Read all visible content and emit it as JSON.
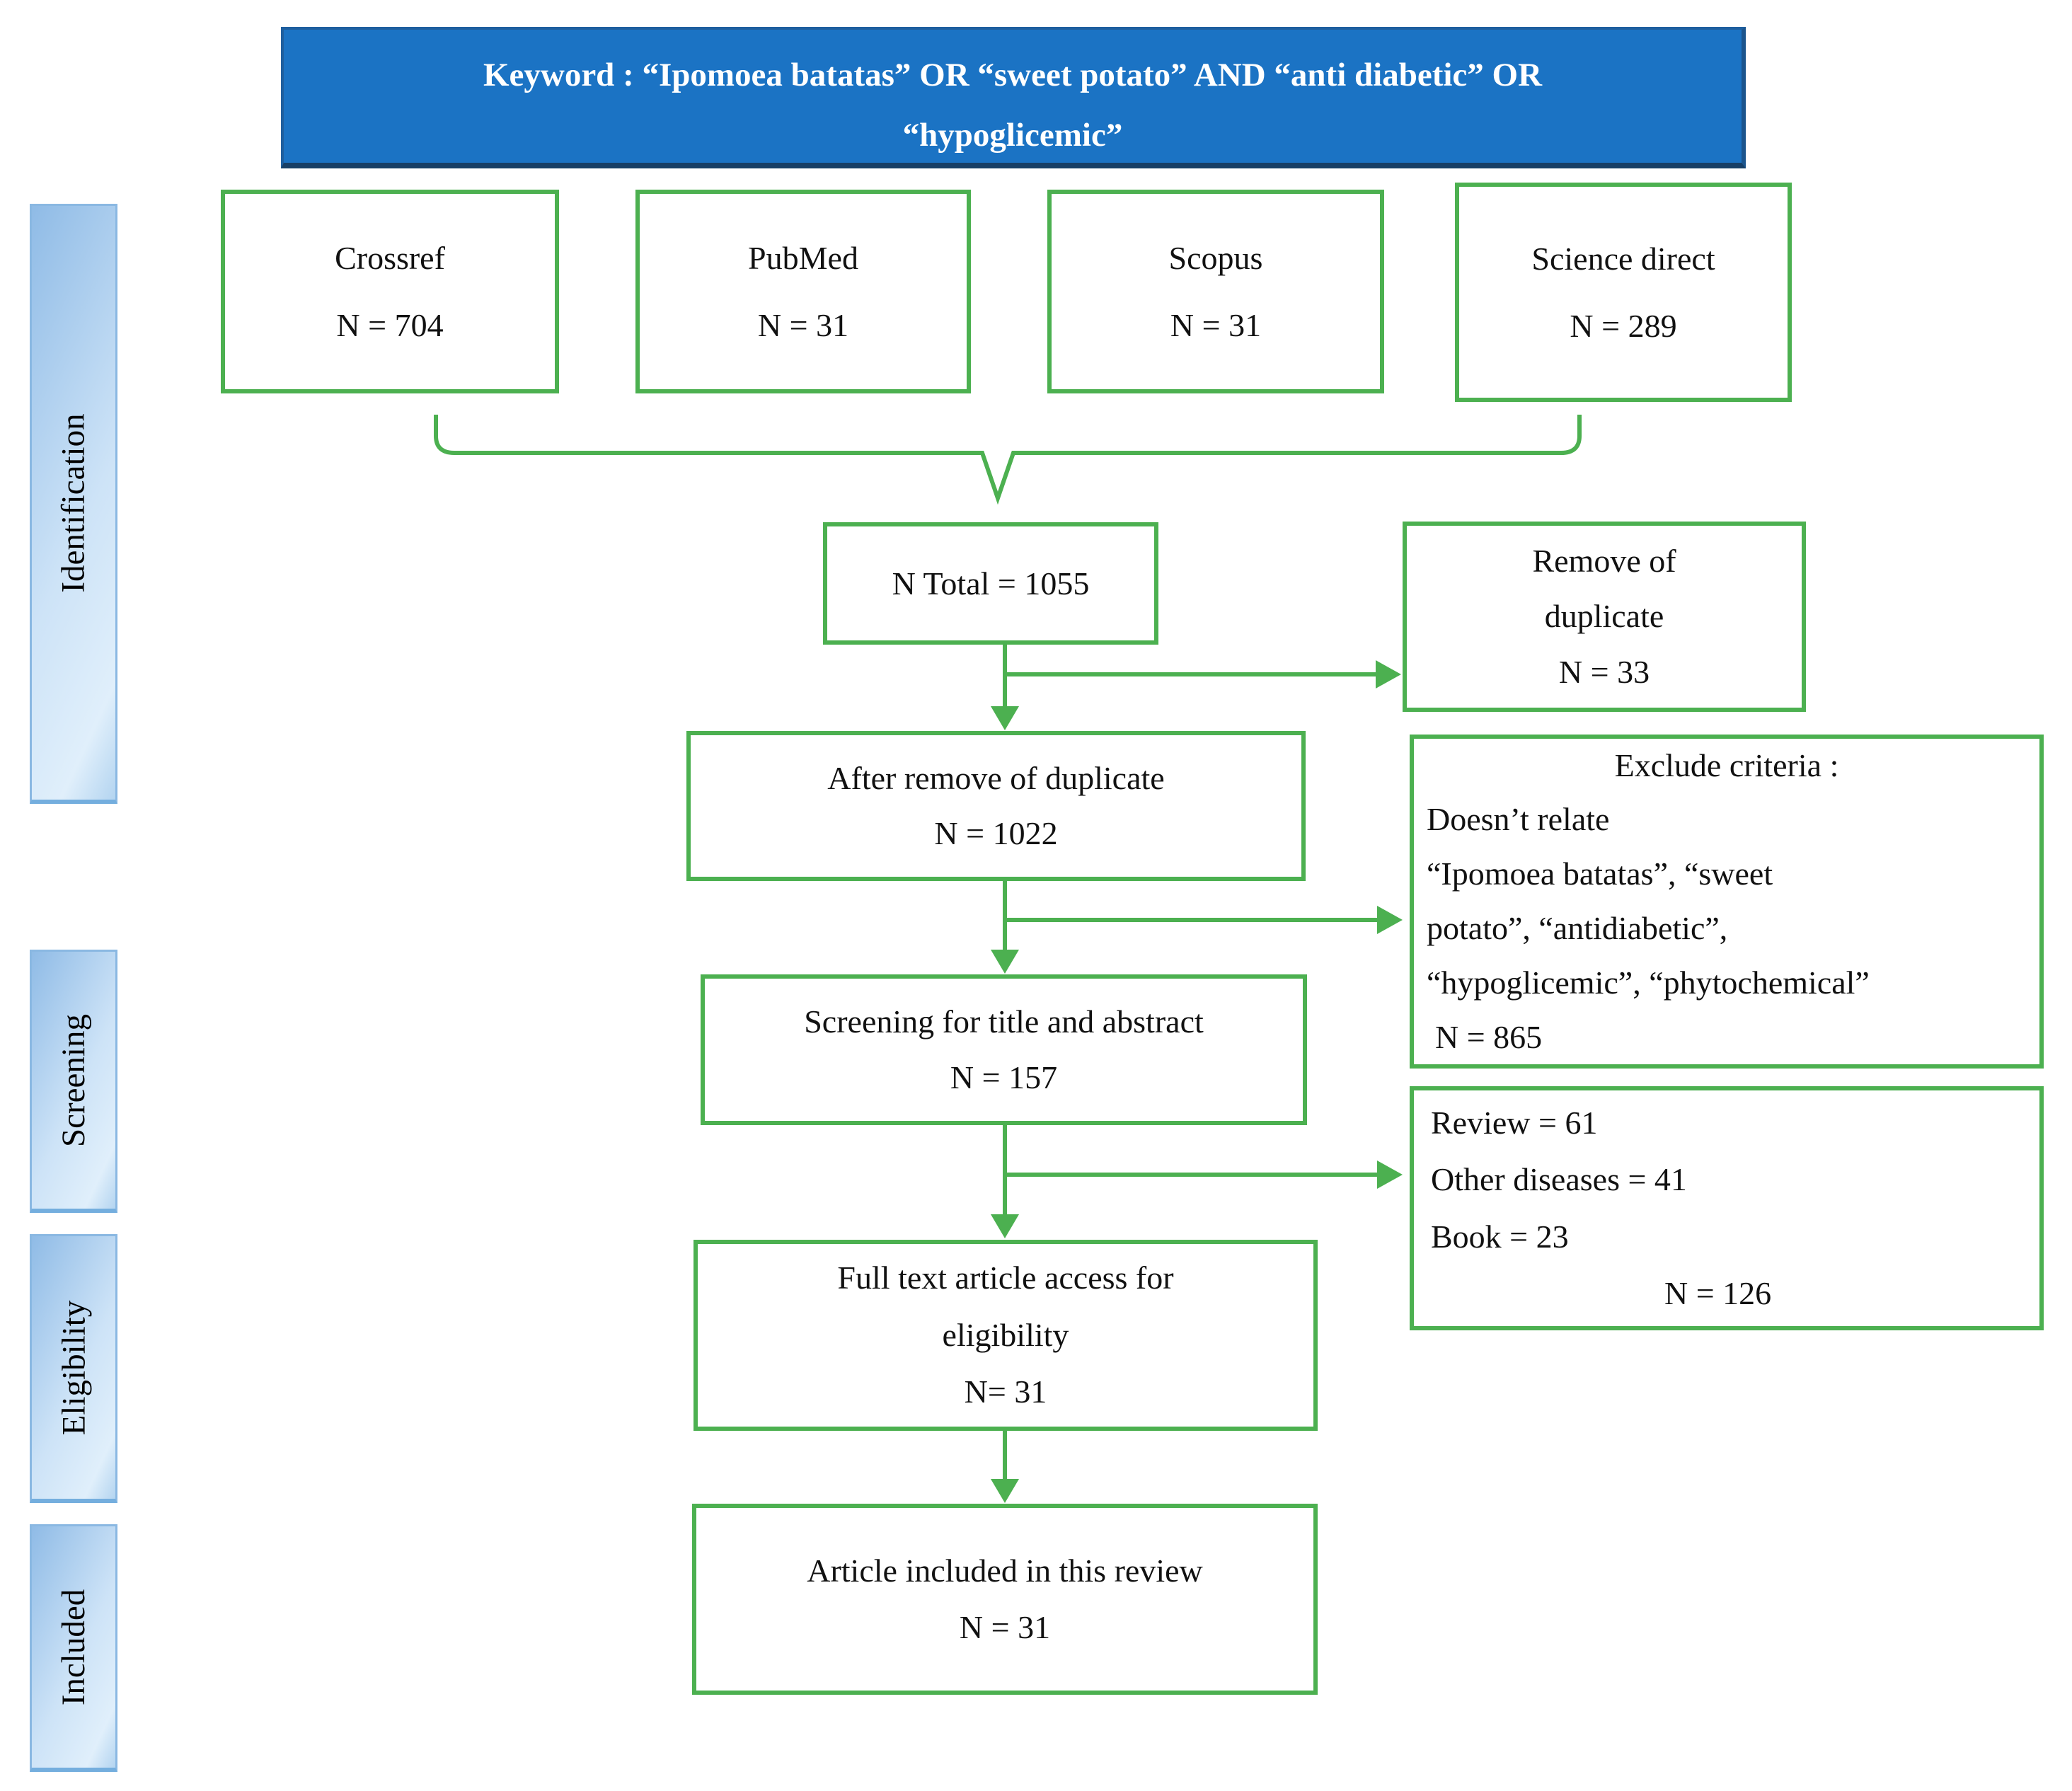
{
  "header": {
    "line1": "Keyword : “Ipomoea batatas” OR “sweet potato” AND “anti diabetic” OR",
    "line2": "“hypoglicemic”"
  },
  "stages": {
    "identification": "Identification",
    "screening": "Screening",
    "eligibility": "Eligibility",
    "included": "Included"
  },
  "sources": [
    {
      "name": "Crossref",
      "count": "N = 704"
    },
    {
      "name": "PubMed",
      "count": "N = 31"
    },
    {
      "name": "Scopus",
      "count": "N = 31"
    },
    {
      "name": "Science direct",
      "count": "N = 289"
    }
  ],
  "flow": {
    "total": "N Total = 1055",
    "after_duplicate": {
      "line1": "After remove of duplicate",
      "count": "N = 1022"
    },
    "screening": {
      "line1": "Screening for title and abstract",
      "count": "N = 157"
    },
    "fulltext": {
      "line1": "Full text article access for",
      "line2": "eligibility",
      "count": "N= 31"
    },
    "included": {
      "line1": "Article included in this review",
      "count": "N = 31"
    }
  },
  "exclusions": {
    "remove_duplicate": {
      "line1": "Remove of",
      "line2": "duplicate",
      "count": "N = 33"
    },
    "exclude_criteria": {
      "title": "Exclude criteria :",
      "line1": "Doesn’t relate",
      "line2": "“Ipomoea batatas”, “sweet",
      "line3": "potato”, “antidiabetic”,",
      "line4": "“hypoglicemic”, “phytochemical”",
      "count": "N = 865"
    },
    "reasons": {
      "line1": "Review = 61",
      "line2": "Other diseases = 41",
      "line3": "Book = 23",
      "count": "N = 126"
    }
  },
  "colors": {
    "accent_green": "#4cb050",
    "banner_blue": "#1b73c4",
    "stage_blue_light": "#cde3f7",
    "stage_blue_dark": "#8fbbe6"
  }
}
